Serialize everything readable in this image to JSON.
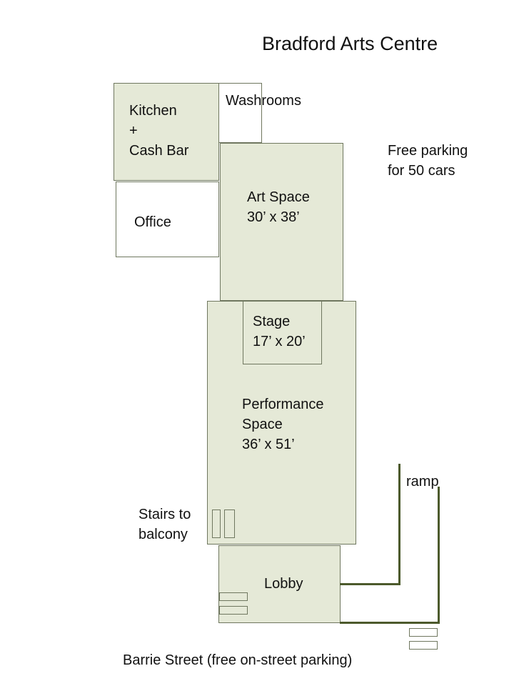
{
  "title": "Bradford Arts Centre",
  "rooms": {
    "kitchen": "Kitchen\n+\nCash Bar",
    "washrooms": "Washrooms",
    "office": "Office",
    "art_space": "Art Space\n30’ x 38’",
    "stage": "Stage\n17’ x 20’",
    "performance_space": "Performance\nSpace\n36’ x 51’",
    "lobby": "Lobby"
  },
  "labels": {
    "parking": "Free parking\nfor 50 cars",
    "ramp": "ramp",
    "stairs": "Stairs to\nbalcony",
    "street": "Barrie Street (free on-street parking)"
  },
  "colors": {
    "room_fill": "#e5e9d7",
    "room_border": "#6f775f",
    "ramp_line": "#4c5a2c"
  }
}
